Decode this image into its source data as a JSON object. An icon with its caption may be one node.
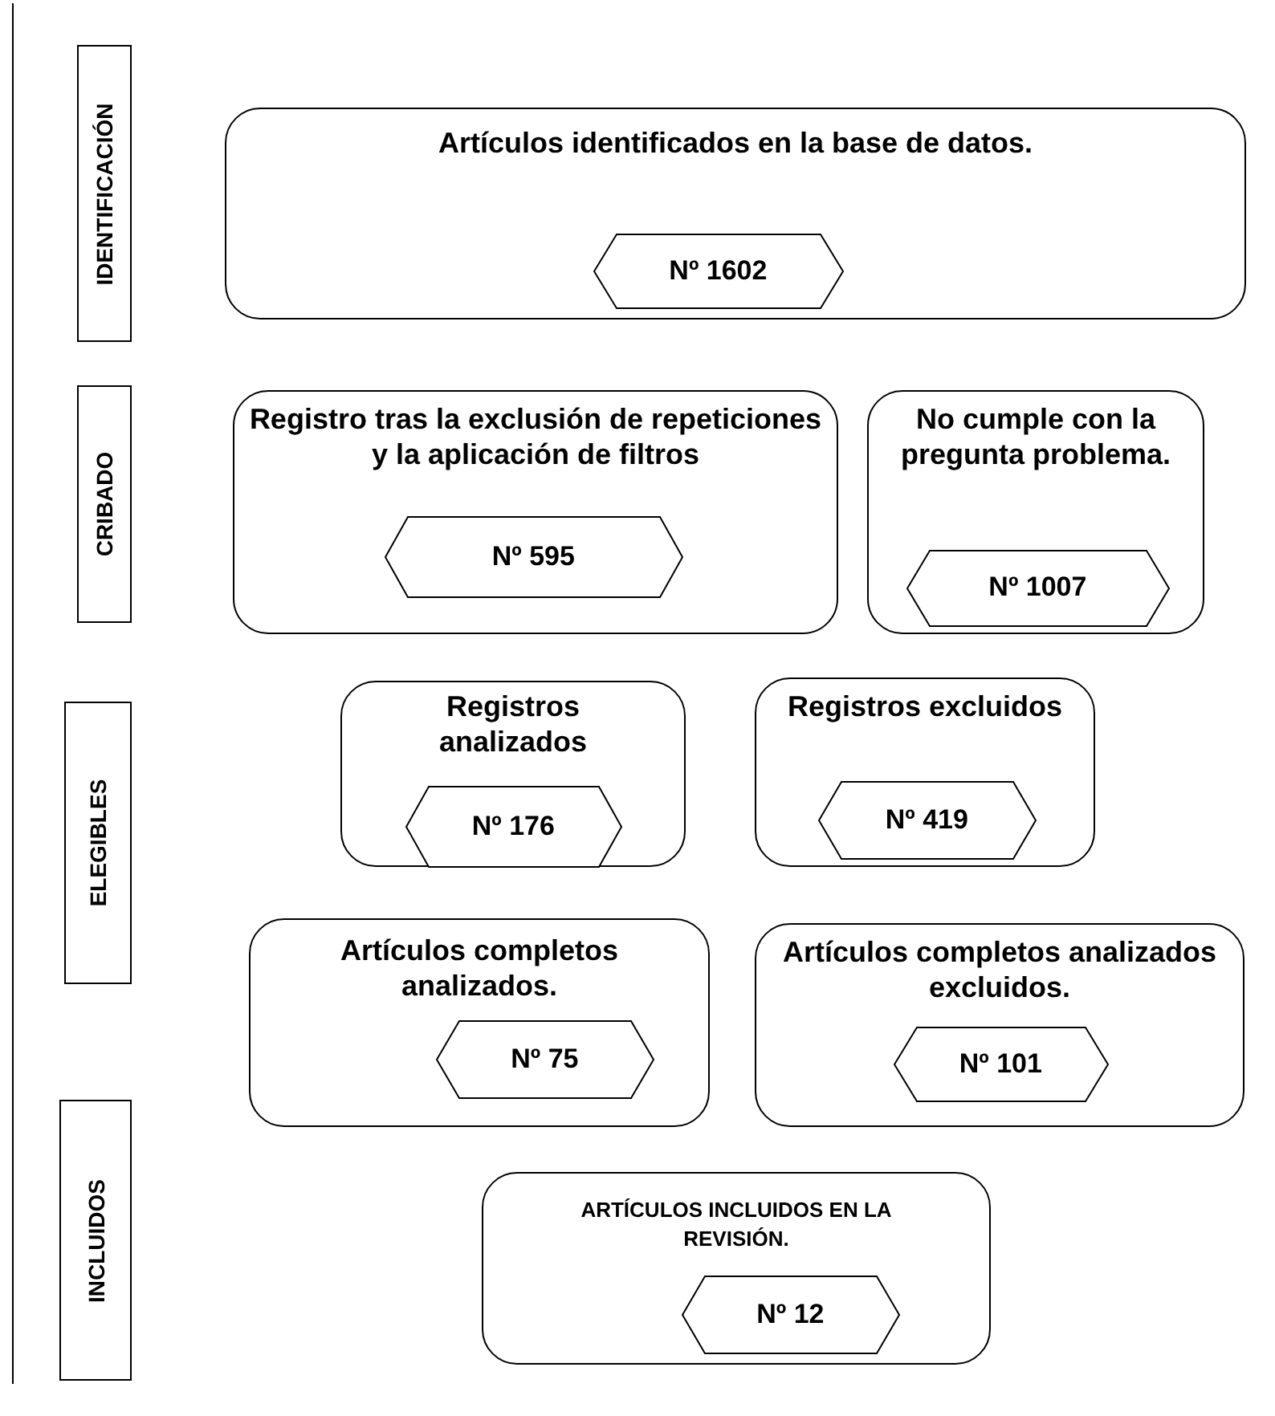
{
  "diagram": {
    "nodes": [
      {
        "text": [
          "IDENTIFICACIÓN"
        ]
      },
      {
        "text": [
          "Artículos identificados en la base de datos."
        ]
      },
      {
        "text": [
          "Nº 1602"
        ],
        "in": 1
      },
      {
        "text": [
          "CRIBADO"
        ]
      },
      {
        "text": [
          "Registro tras la exclusión de repeticiones y la aplicación de filtros"
        ]
      },
      {
        "text": [
          "Nº 595"
        ],
        "in": 4
      },
      {
        "text": [
          "No cumple con la pregunta problema."
        ]
      },
      {
        "text": [
          "Nº 1007"
        ],
        "in": 6
      },
      {
        "text": [
          "ELEGIBLES"
        ]
      },
      {
        "text": [
          "Registros analizados"
        ]
      },
      {
        "text": [
          "Nº 176"
        ],
        "in": 9
      },
      {
        "text": [
          "Registros excluidos"
        ]
      },
      {
        "text": [
          "Nº 419"
        ],
        "in": 11
      },
      {
        "text": [
          "Artículos completos analizados."
        ]
      },
      {
        "text": [
          "Nº 75"
        ],
        "in": 13
      },
      {
        "text": [
          "Artículos completos analizados excluidos."
        ]
      },
      {
        "text": [
          "Nº 101"
        ],
        "in": 15
      },
      {
        "text": [
          "INCLUIDOS"
        ]
      },
      {
        "text": [
          "ARTÍCULOS INCLUIDOS EN LA REVISIÓN."
        ]
      },
      {
        "text": [
          "Nº 12"
        ],
        "in": 18
      }
    ]
  }
}
